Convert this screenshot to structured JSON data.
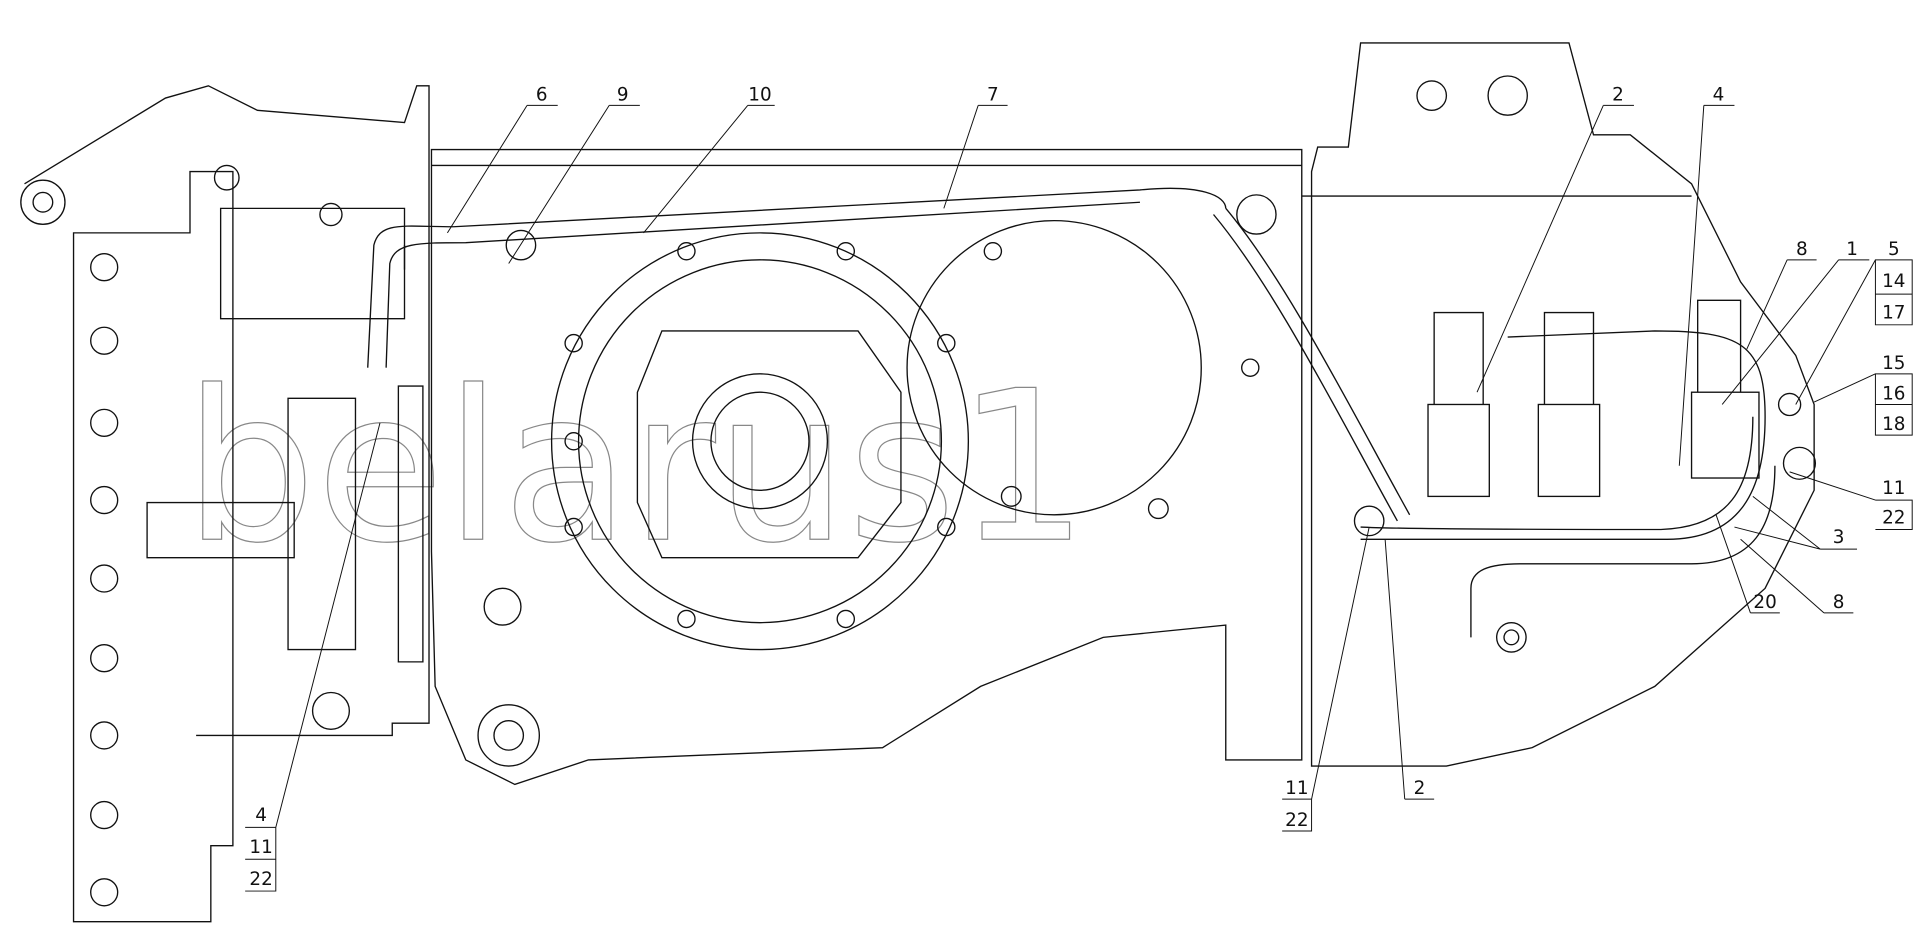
{
  "drawing": {
    "watermark": "belarus1",
    "callouts": {
      "c6": "6",
      "c9": "9",
      "c10": "10",
      "c7": "7",
      "c2_top": "2",
      "c4_top": "4",
      "c8_top": "8",
      "c1": "1",
      "c5": "5",
      "c14": "14",
      "c17": "17",
      "c15": "15",
      "c16": "16",
      "c18": "18",
      "c11_right": "11",
      "c22_right": "22",
      "c3": "3",
      "c20": "20",
      "c8_bottom": "8",
      "c2_bottom": "2",
      "c11_bottom": "11",
      "c22_bottom": "22",
      "c4_left": "4",
      "c11_left": "11",
      "c22_left": "22"
    }
  }
}
